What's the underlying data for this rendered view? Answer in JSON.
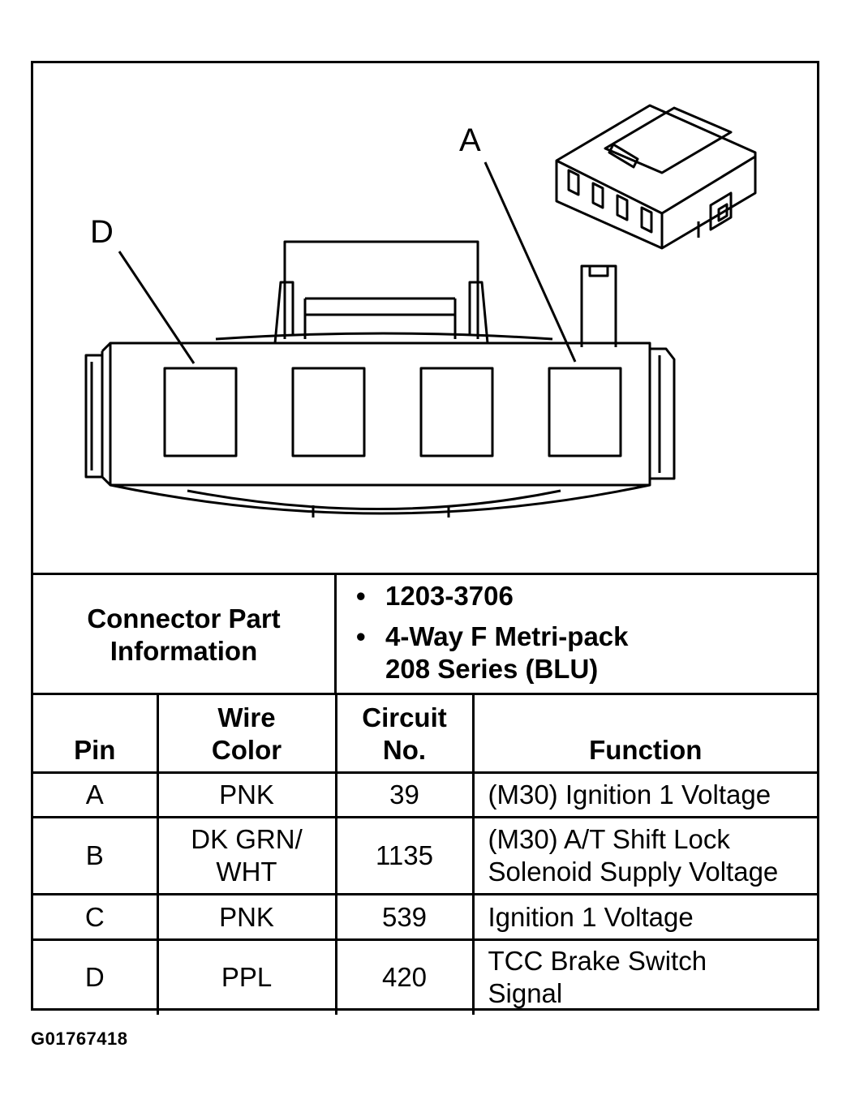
{
  "callouts": {
    "a": "A",
    "d": "D"
  },
  "part_info": {
    "label_line1": "Connector Part",
    "label_line2": "Information",
    "bullet": "•",
    "part_number": "1203-3706",
    "description_line1": "4-Way F Metri-pack",
    "description_line2": "208 Series (BLU)"
  },
  "table": {
    "headers": {
      "pin": "Pin",
      "wire_color_line1": "Wire",
      "wire_color_line2": "Color",
      "circuit_line1": "Circuit",
      "circuit_line2": "No.",
      "function": "Function"
    },
    "rows": [
      {
        "pin": "A",
        "wire_line1": "PNK",
        "wire_line2": "",
        "circuit": "39",
        "function_line1": "(M30) Ignition 1 Voltage",
        "function_line2": ""
      },
      {
        "pin": "B",
        "wire_line1": "DK GRN/",
        "wire_line2": "WHT",
        "circuit": "1135",
        "function_line1": "(M30) A/T Shift Lock",
        "function_line2": "Solenoid Supply Voltage"
      },
      {
        "pin": "C",
        "wire_line1": "PNK",
        "wire_line2": "",
        "circuit": "539",
        "function_line1": "Ignition 1 Voltage",
        "function_line2": ""
      },
      {
        "pin": "D",
        "wire_line1": "PPL",
        "wire_line2": "",
        "circuit": "420",
        "function_line1": "TCC Brake Switch",
        "function_line2": "Signal"
      }
    ]
  },
  "caption": "G01767418"
}
